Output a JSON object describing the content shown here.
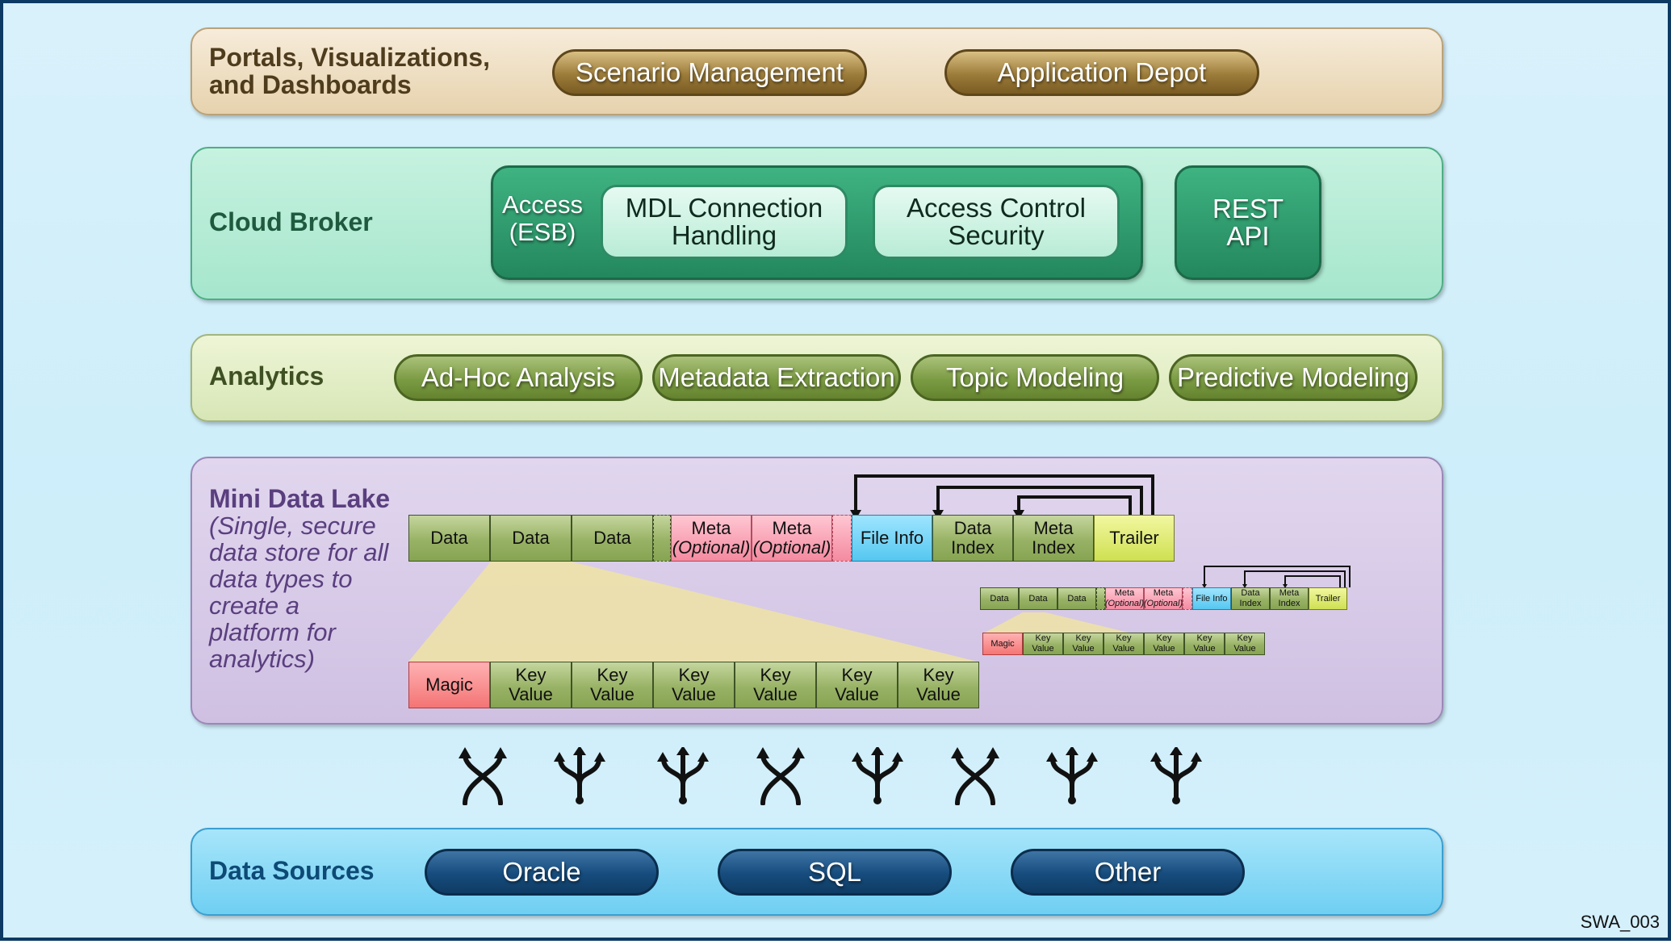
{
  "portals": {
    "title": "Portals, Visualizations, and Dashboards",
    "buttons": [
      "Scenario Management",
      "Application Depot"
    ]
  },
  "cloud_broker": {
    "title": "Cloud Broker",
    "access_label": "Access (ESB)",
    "modules": [
      "MDL Connection Handling",
      "Access Control Security"
    ],
    "rest_api": "REST API"
  },
  "analytics": {
    "title": "Analytics",
    "buttons": [
      "Ad-Hoc Analysis",
      "Metadata Extraction",
      "Topic Modeling",
      "Predictive Modeling"
    ]
  },
  "mini_data_lake": {
    "title": "Mini Data Lake",
    "description": "(Single, secure data store for all data types to create a platform for analytics)",
    "file_cells": [
      {
        "label": "Data",
        "kind": "data"
      },
      {
        "label": "Data",
        "kind": "data"
      },
      {
        "label": "Data",
        "kind": "data"
      },
      {
        "label": "",
        "kind": "gap-green"
      },
      {
        "label": "Meta",
        "sub": "(Optional)",
        "kind": "meta"
      },
      {
        "label": "Meta",
        "sub": "(Optional)",
        "kind": "meta"
      },
      {
        "label": "",
        "kind": "gap-pink"
      },
      {
        "label": "File Info",
        "kind": "fileinfo"
      },
      {
        "label": "Data",
        "sub": "Index",
        "kind": "data"
      },
      {
        "label": "Meta",
        "sub": "Index",
        "kind": "data"
      },
      {
        "label": "Trailer",
        "kind": "trailer"
      }
    ],
    "block_cells": [
      {
        "label": "Magic",
        "kind": "magic"
      },
      {
        "label": "Key",
        "sub": "Value",
        "kind": "data"
      },
      {
        "label": "Key",
        "sub": "Value",
        "kind": "data"
      },
      {
        "label": "Key",
        "sub": "Value",
        "kind": "data"
      },
      {
        "label": "Key",
        "sub": "Value",
        "kind": "data"
      },
      {
        "label": "Key",
        "sub": "Value",
        "kind": "data"
      },
      {
        "label": "Key",
        "sub": "Value",
        "kind": "data"
      }
    ]
  },
  "connector_icons": [
    "merge-arrows-icon",
    "split-arrows-icon",
    "split-arrows-icon",
    "merge-arrows-icon",
    "split-arrows-icon",
    "merge-arrows-icon",
    "split-arrows-icon",
    "split-arrows-icon"
  ],
  "data_sources": {
    "title": "Data Sources",
    "buttons": [
      "Oracle",
      "SQL",
      "Other"
    ]
  },
  "figure_tag": "SWA_003",
  "colors": {
    "portals_pill": "#8a6a2a",
    "broker_pill": "#2f9a6a",
    "analytics_pill": "#6f9436",
    "source_pill": "#123f6e",
    "frame": "#0d3a63"
  }
}
